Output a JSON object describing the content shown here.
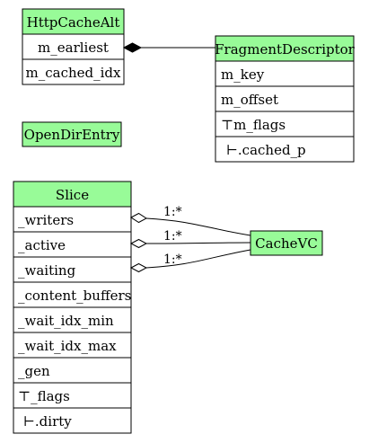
{
  "diagram": {
    "colors": {
      "header_fill": "#98fb98",
      "cell_fill": "#ffffff",
      "stroke": "#000000"
    },
    "nodes": {
      "http_cache_alt": {
        "title": "HttpCacheAlt",
        "rows": [
          "m_earliest",
          "m_cached_idx"
        ]
      },
      "fragment_descriptor": {
        "title": "FragmentDescriptor",
        "rows": [
          "m_key",
          "m_offset",
          "⊤m_flags",
          "⊢.cached_p"
        ]
      },
      "open_dir_entry": {
        "title": "OpenDirEntry"
      },
      "slice": {
        "title": "Slice",
        "rows": [
          "_writers",
          "_active",
          "_waiting",
          "_content_buffers",
          "_wait_idx_min",
          "_wait_idx_max",
          "_gen",
          "⊤_flags",
          "⊢.dirty"
        ]
      },
      "cache_vc": {
        "title": "CacheVC"
      }
    },
    "edges": {
      "earliest_to_fragment": {
        "type": "composition"
      },
      "writers_to_cachevc": {
        "type": "aggregation",
        "label": "1:*"
      },
      "active_to_cachevc": {
        "type": "aggregation",
        "label": "1:*"
      },
      "waiting_to_cachevc": {
        "type": "aggregation",
        "label": "1:*"
      }
    }
  }
}
